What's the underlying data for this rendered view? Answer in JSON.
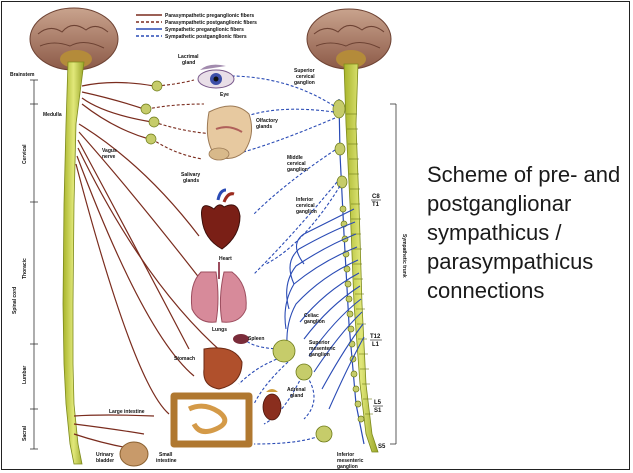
{
  "legend": [
    {
      "label": "Parasympathetic preganglionic fibers",
      "color": "#7a2c1e",
      "style": "solid"
    },
    {
      "label": "Parasympathetic postganglionic fibers",
      "color": "#7a2c1e",
      "style": "dashed"
    },
    {
      "label": "Sympathetic preganglionic fibers",
      "color": "#2a4bb5",
      "style": "solid"
    },
    {
      "label": "Sympathetic postganglionic fibers",
      "color": "#2a4bb5",
      "style": "dashed"
    }
  ],
  "caption": {
    "line1": "Scheme of pre- and",
    "line2": "postganglionar",
    "line3": "sympathicus /",
    "line4": "parasympathicus",
    "line5": "connections"
  },
  "labels": {
    "brainstem": "Brainstem",
    "medulla": "Medulla",
    "vagus": "Vagus",
    "nerve": "nerve",
    "cervical": "Cervical",
    "thoracic": "Thoracic",
    "spinal_cord": "Spinal cord",
    "lumbar": "Lumbar",
    "sacral": "Sacral",
    "lacrimal1": "Lacrimal",
    "lacrimal2": "gland",
    "eye": "Eye",
    "olfactory1": "Olfactory",
    "olfactory2": "glands",
    "salivary1": "Salivary",
    "salivary2": "glands",
    "heart": "Heart",
    "lungs": "Lungs",
    "spleen": "Spleen",
    "stomach": "Stomach",
    "large_intestine": "Large intestine",
    "adrenal1": "Adrenal",
    "adrenal2": "gland",
    "urinary1": "Urinary",
    "urinary2": "bladder",
    "small1": "Small",
    "small2": "intestine",
    "sup_cerv1": "Superior",
    "sup_cerv2": "cervical",
    "sup_cerv3": "ganglion",
    "mid_cerv1": "Middle",
    "mid_cerv2": "cervical",
    "mid_cerv3": "ganglion",
    "inf_cerv1": "Inferior",
    "inf_cerv2": "cervical",
    "inf_cerv3": "ganglion",
    "celiac1": "Celiac",
    "celiac2": "ganglion",
    "sup_mes1": "Superior",
    "sup_mes2": "mesenteric",
    "sup_mes3": "ganglion",
    "inf_mes1": "Inferior",
    "inf_mes2": "mesenteric",
    "inf_mes3": "ganglion",
    "sympathetic_trunk": "Sympathetic trunk",
    "c8": "C8",
    "t1": "T1",
    "t12": "T12",
    "l1": "L1",
    "l5": "L5",
    "s1": "S1",
    "s5": "S5"
  }
}
